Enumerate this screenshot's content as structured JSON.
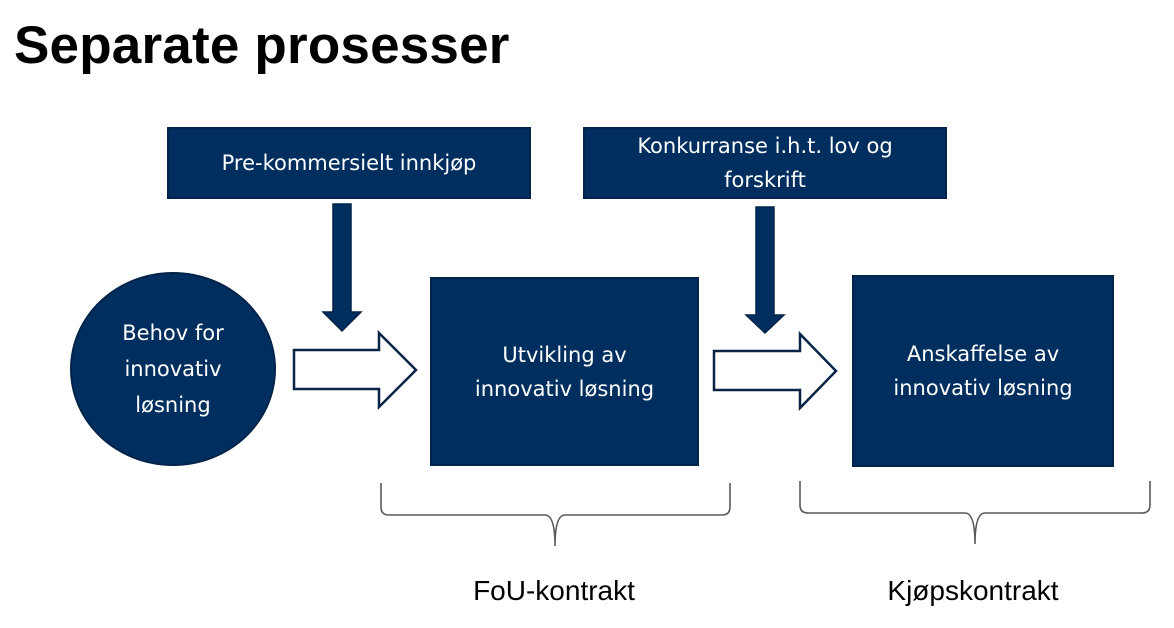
{
  "title": "Separate prosesser",
  "colors": {
    "box_fill": "#002f5f",
    "box_border": "#00234a",
    "box_text": "#ffffff",
    "arrow_outline": "#0a2446",
    "brace": "#595959",
    "label_text": "#000000"
  },
  "process_inputs": [
    {
      "id": "pre-commercial",
      "label": "Pre-kommersielt innkjøp"
    },
    {
      "id": "competition",
      "label": "Konkurranse i.h.t. lov og forskrift"
    }
  ],
  "flow": {
    "start": {
      "shape": "circle",
      "label": "Behov for innovativ løsning"
    },
    "steps": [
      {
        "shape": "box",
        "label": "Utvikling av innovativ løsning"
      },
      {
        "shape": "box",
        "label": "Anskaffelse av innovativ løsning"
      }
    ]
  },
  "edges": [
    {
      "from": "Behov for innovativ løsning",
      "to": "Utvikling av innovativ løsning",
      "style": "hollow-block-arrow"
    },
    {
      "from": "Utvikling av innovativ løsning",
      "to": "Anskaffelse av innovativ løsning",
      "style": "hollow-block-arrow"
    },
    {
      "from": "Pre-kommersielt innkjøp",
      "to": "Utvikling av innovativ løsning",
      "style": "solid-down-arrow"
    },
    {
      "from": "Konkurranse i.h.t. lov og forskrift",
      "to": "Anskaffelse av innovativ løsning",
      "style": "solid-down-arrow"
    }
  ],
  "contracts": [
    {
      "spans": "Utvikling av innovativ løsning",
      "label": "FoU-kontrakt"
    },
    {
      "spans": "Anskaffelse av innovativ løsning",
      "label": "Kjøpskontrakt"
    }
  ]
}
